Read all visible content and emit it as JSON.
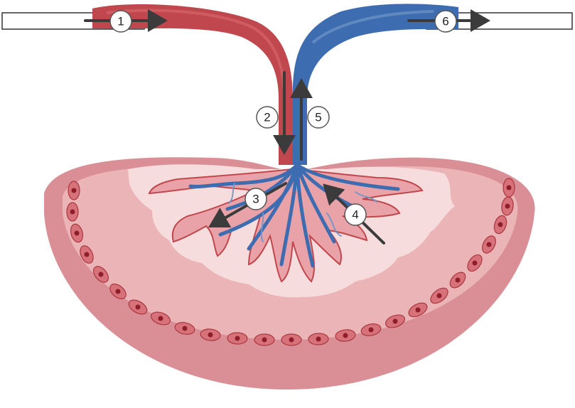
{
  "labels": {
    "step1": "1",
    "step2": "2",
    "step3": "3",
    "step4": "4",
    "step5": "5",
    "step6": "6"
  },
  "colors": {
    "maternal_vessel": "#c0474d",
    "maternal_vessel_dark": "#a8383e",
    "fetal_vessel": "#3d6db0",
    "fetal_vessel_light": "#6f95c8",
    "uterus_body": "#d98f95",
    "uterus_upper": "#ebb4b7",
    "decidua": "#f2c9ca",
    "intervillous_space": "#f6dcdc",
    "villus_fill": "#e9a3a8",
    "villus_edge": "#c0474d",
    "cell": "#d7717a",
    "cell_nucleus": "#8e1f2a",
    "arrow": "#3b3b3b",
    "tube_outline": "#333333"
  },
  "icons": {
    "arrow_glyph": "right-arrow",
    "step_marker": "numbered-circle"
  }
}
